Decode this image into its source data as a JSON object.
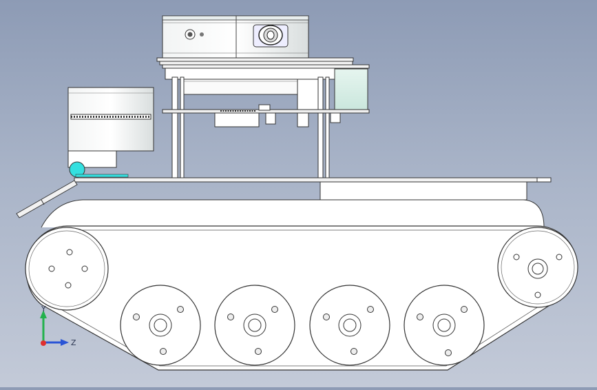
{
  "viewport": {
    "background_top": "#8d9bb5",
    "background_bottom": "#c3cad8",
    "model_description_icon": "tracked-robot-model"
  },
  "triad": {
    "y_label": "Y",
    "z_label": "Z",
    "y_color": "#22b14c",
    "z_color": "#2a55d6",
    "x_color": "#e03030"
  }
}
